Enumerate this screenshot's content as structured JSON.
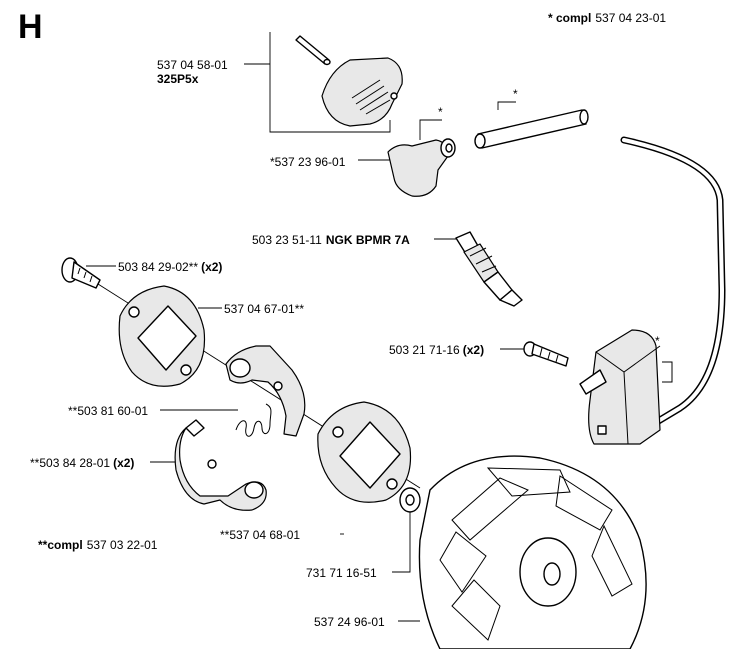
{
  "section_letter": "H",
  "compl_header": {
    "prefix": "* compl",
    "number": "537 04 23-01"
  },
  "compl_footer": {
    "prefix": "**compl",
    "number": "537 03 22-01"
  },
  "labels": {
    "cover_part": "537 04 58-01",
    "cover_model": "325P5x",
    "cap_marker_a": "*",
    "cap_marker_b": "*",
    "spark_cap": "*537 23 96-01",
    "plug_part": "503 23 51-11",
    "plug_name": "NGK BPMR 7A",
    "screw_part": "503 84 29-02**",
    "screw_qty": "(x2)",
    "plate_top": "537 04 67-01**",
    "coil_screw_part": "503 21 71-16",
    "coil_screw_qty": "(x2)",
    "coil_marker": "*",
    "spring": "**503 81 60-01",
    "shoe_part": "**503 84 28-01",
    "shoe_qty": "(x2)",
    "plate_bottom": "**537 04 68-01",
    "washer": "731 71 16-51",
    "flywheel": "537 24 96-01"
  }
}
